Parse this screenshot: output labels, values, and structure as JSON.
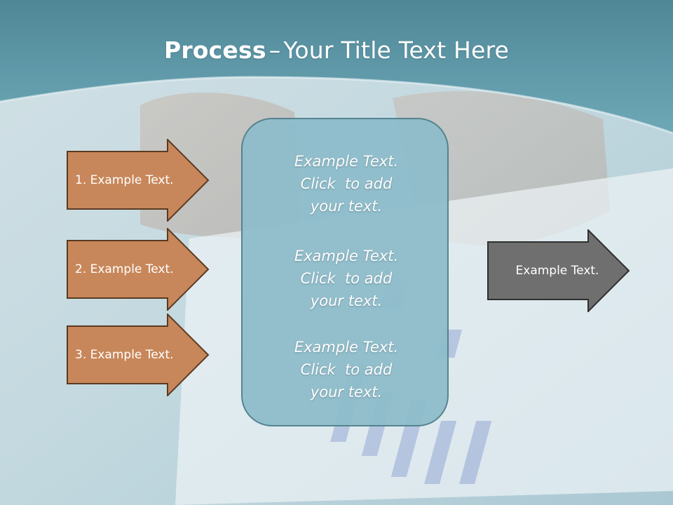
{
  "slide": {
    "title_bold": "Process",
    "title_sep": "–",
    "title_rest": "Your Title Text Here"
  },
  "inputs": [
    {
      "label": "1. Example Text."
    },
    {
      "label": "2. Example Text."
    },
    {
      "label": "3. Example Text."
    }
  ],
  "center": {
    "blocks": [
      {
        "line1": "Example Text.",
        "line2": "Click  to add",
        "line3": "your text."
      },
      {
        "line1": "Example Text.",
        "line2": "Click  to add",
        "line3": "your text."
      },
      {
        "line1": "Example Text.",
        "line2": "Click  to add",
        "line3": "your text."
      }
    ]
  },
  "output": {
    "label": "Example Text."
  },
  "colors": {
    "header": "#5e98a8",
    "input_arrow_fill": "#c8875a",
    "input_arrow_stroke": "#5a3a22",
    "center_fill": "#8fbdcb",
    "center_stroke": "#4f7f8c",
    "output_arrow_fill": "#6f6f6f",
    "output_arrow_stroke": "#2e2e2e"
  }
}
